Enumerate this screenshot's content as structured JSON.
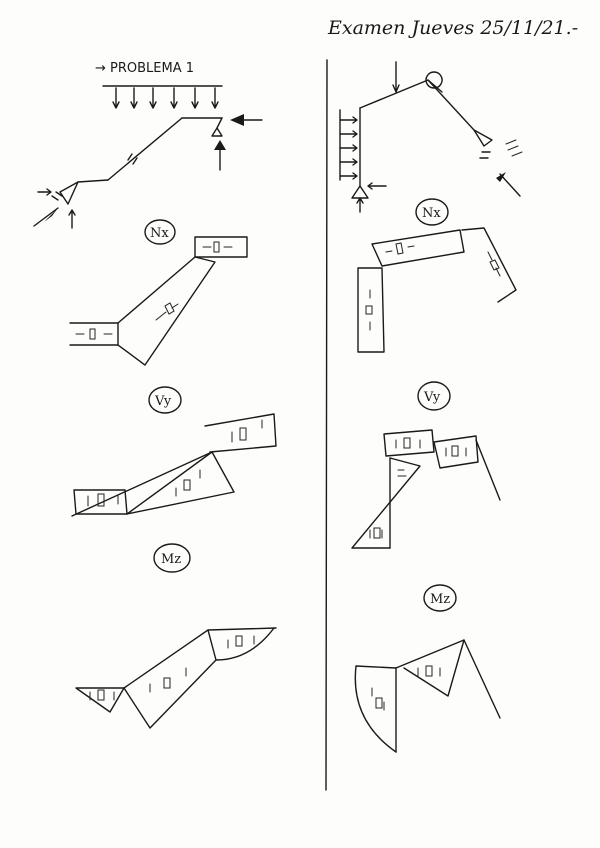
{
  "header": {
    "exam_title": "Examen Jueves 25/11/21.-"
  },
  "problem": {
    "label": "→ PROBLEMA 1"
  },
  "left_column": {
    "diagram_labels": [
      "Nx",
      "Vy",
      "Mz"
    ]
  },
  "right_column": {
    "diagram_labels": [
      "Nx",
      "Vy",
      "Mz"
    ]
  }
}
